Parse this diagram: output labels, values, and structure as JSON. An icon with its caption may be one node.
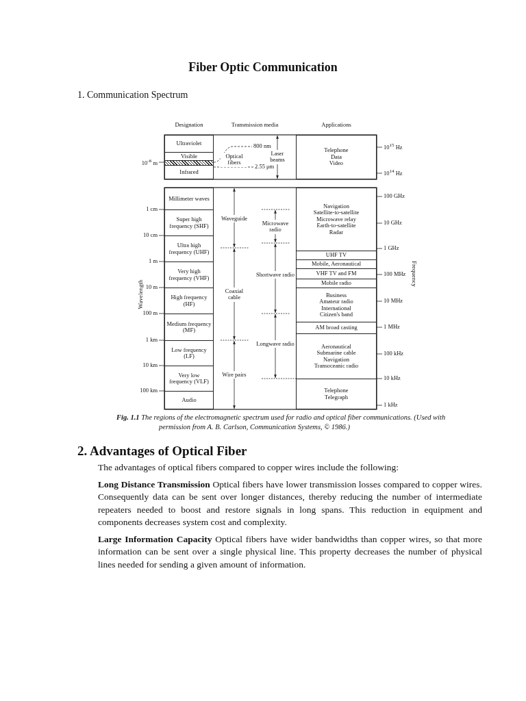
{
  "diagram": {
    "title": "Fiber Optic Communication",
    "caption": "**Fig. 1.1** The regions of the electromagnetic spectrum used for radio and optical fiber communications. (Used with permission from A. B. Carlson, Communication Systems, © 1986.)",
    "nodes": [
      {
        "text": [
          "Ultraviolet"
        ]
      },
      {
        "text": [
          "Visible"
        ]
      },
      {
        "text": [],
        "shape": "box"
      },
      {
        "text": [
          "Infrared"
        ]
      },
      {
        "text": [
          "Telephone",
          "Data",
          "Video"
        ]
      },
      {
        "text": [
          "Millimeter waves"
        ]
      },
      {
        "text": [
          "Super high frequency (SHF)"
        ]
      },
      {
        "text": [
          "Ultra high frequency (UHF)"
        ]
      },
      {
        "text": [
          "Very high frequency (VHF)"
        ]
      },
      {
        "text": [
          "High frequency (HF)"
        ]
      },
      {
        "text": [
          "Medium frequency (MF)"
        ]
      },
      {
        "text": [
          "Low frequency (LF)"
        ]
      },
      {
        "text": [
          "Very low frequency (VLF)"
        ]
      },
      {
        "text": [
          "Audio"
        ]
      },
      {
        "text": [
          "Navigation",
          "Satellite-to-satellite",
          "Microwave relay",
          "Earth-to-satellite",
          "Radar"
        ]
      },
      {
        "text": [
          "UHF TV"
        ]
      },
      {
        "text": [
          "Mobile, Aeronautical"
        ]
      },
      {
        "text": [
          "VHF TV and FM"
        ]
      },
      {
        "text": [
          "Mobile radio"
        ]
      },
      {
        "text": [
          "Business",
          "Amateur radio",
          "International",
          "Citizen's band"
        ]
      },
      {
        "text": [
          "AM broad casting"
        ]
      },
      {
        "text": [
          "Aeronautical",
          "Submarine cable",
          "Navigation",
          "Transoceanic radio"
        ]
      },
      {
        "text": [
          "Telephone",
          "Telegraph"
        ]
      }
    ],
    "labels": [
      "1. Communication Spectrum",
      "Designation",
      "Transmission media",
      "Applications",
      "10$^{-6}$ m",
      "800 nm",
      "Optical fibers",
      "2.55 μm",
      "Laser beams",
      "10$^{15}$ Hz",
      "10$^{14}$ Hz",
      "1 cm",
      "10 cm",
      "1 m",
      "10 m",
      "100 m",
      "1 km",
      "10 km",
      "100 km",
      "Wavelength",
      "Waveguide",
      "Microwave radio",
      "Coaxial cable",
      "Shortwave radio",
      "Longwave radio",
      "Wire pairs",
      "100 GHz",
      "10 GHz",
      "1 GHz",
      "100 MHz",
      "10 MHz",
      "1 MHz",
      "100 kHz",
      "10 kHz",
      "1 kHz",
      "Frequency",
      "2. Advantages of Optical Fiber",
      "The advantages of optical fibers compared to copper wires include the following:",
      "**Long Distance Transmission** Optical fibers have lower transmission losses compared to copper wires. Consequently data can be sent over longer distances, thereby reducing the number of intermediate repeaters needed to boost and restore signals in long spans. This reduction in equipment and components decreases system cost and complexity.",
      "**Large Information Capacity** Optical fibers have wider bandwidths than copper wires, so that more information can be sent over a single physical line. This property decreases the number of physical lines needed for sending a given amount of information."
    ]
  }
}
